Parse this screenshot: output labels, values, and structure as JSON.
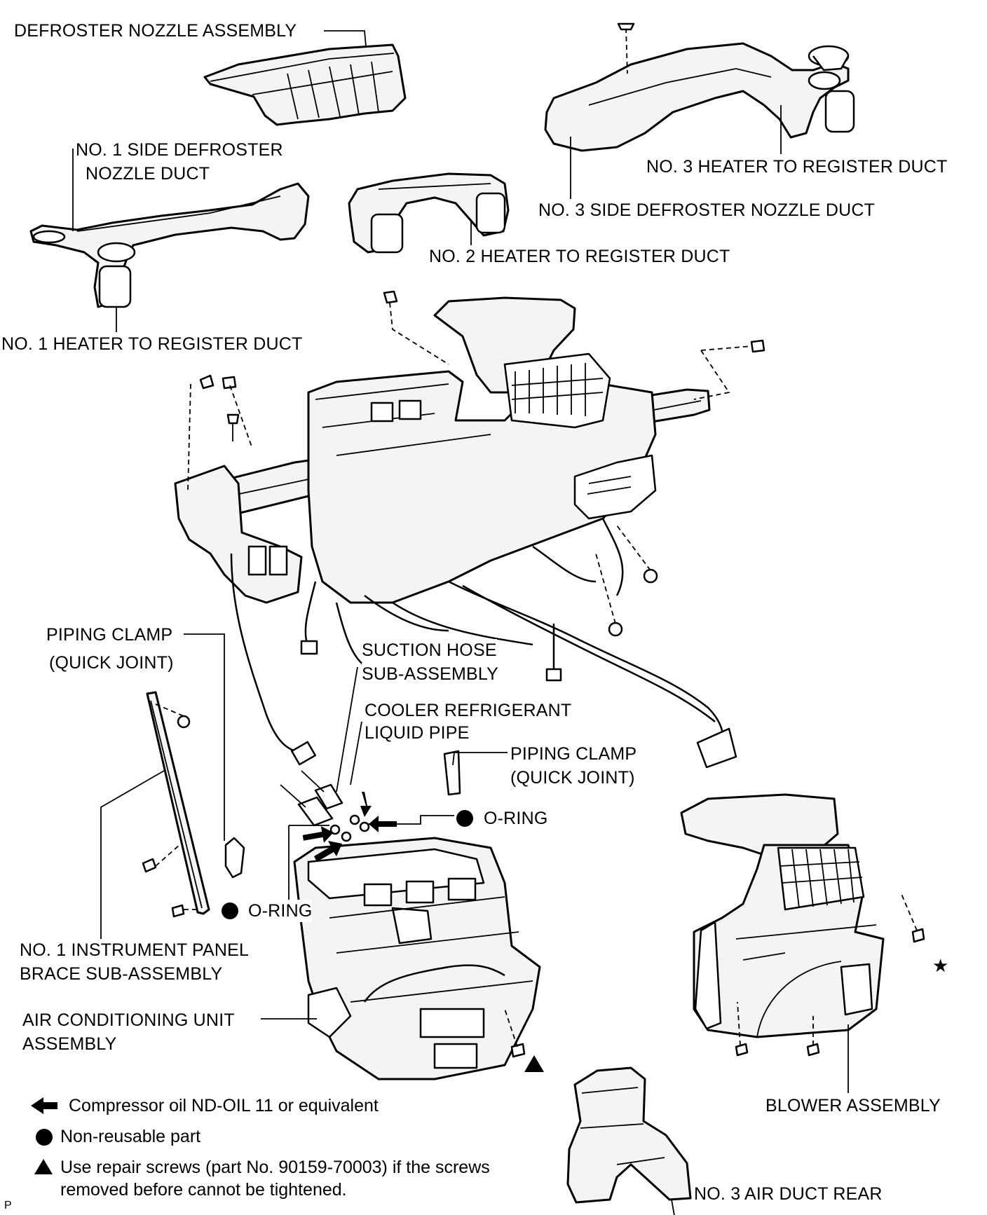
{
  "labels": {
    "defroster_nozzle": "DEFROSTER NOZZLE ASSEMBLY",
    "side_defroster_1_line1": "NO. 1 SIDE DEFROSTER",
    "side_defroster_1_line2": "NOZZLE DUCT",
    "heater_register_3": "NO. 3 HEATER TO REGISTER DUCT",
    "side_defroster_3": "NO. 3 SIDE DEFROSTER NOZZLE DUCT",
    "heater_register_2": "NO. 2 HEATER TO REGISTER DUCT",
    "heater_register_1": "NO. 1 HEATER TO REGISTER DUCT",
    "piping_clamp_left_line1": "PIPING CLAMP",
    "piping_clamp_left_line2": "(QUICK JOINT)",
    "suction_hose_line1": "SUCTION HOSE",
    "suction_hose_line2": "SUB-ASSEMBLY",
    "cooler_pipe_line1": "COOLER REFRIGERANT",
    "cooler_pipe_line2": "LIQUID PIPE",
    "piping_clamp_right_line1": "PIPING CLAMP",
    "piping_clamp_right_line2": "(QUICK JOINT)",
    "o_ring_right": "O-RING",
    "o_ring_left": "O-RING",
    "brace_line1": "NO. 1 INSTRUMENT PANEL",
    "brace_line2": "BRACE SUB-ASSEMBLY",
    "ac_unit_line1": "AIR CONDITIONING UNIT",
    "ac_unit_line2": "ASSEMBLY",
    "blower": "BLOWER ASSEMBLY",
    "air_duct_rear": "NO. 3 AIR DUCT REAR"
  },
  "legend": {
    "compressor_oil": "Compressor oil ND-OIL 11 or equivalent",
    "non_reusable": "Non-reusable part",
    "repair_screws_line1": "Use repair screws (part No. 90159-70003) if the screws",
    "repair_screws_line2": "removed before cannot be tightened."
  },
  "corner_mark": "P",
  "star_mark": "★"
}
